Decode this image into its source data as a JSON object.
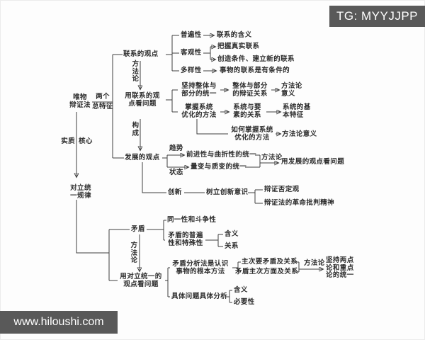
{
  "colors": {
    "banner_bg": "#595959",
    "banner_text": "#ffffff",
    "text": "#2d2d2d",
    "line": "#3f3f3f",
    "bg": "#fdfdfd"
  },
  "watermarks": {
    "top": "TG: MYYJJPP",
    "bottom": "www.hiloushi.com"
  },
  "root": {
    "title": "唯物\n辩证法",
    "features_top": "两个",
    "features_bottom": "总特征",
    "essence_label": "实质",
    "core_label": "核心",
    "law": "对立统\n一规律"
  },
  "connection": {
    "viewpoint": "联系的观点",
    "methodology_label": "方\n法\n论",
    "universality": "普遍性",
    "universality_child": "联系的含义",
    "objectivity": "客观性",
    "objectivity_child1": "把握真实联系",
    "objectivity_child2": "创造条件、建立新的联系",
    "diversity": "多样性",
    "diversity_child": "事物的联系是有条件的",
    "use_viewpoint": "用联系的观\n点看问题",
    "whole_part_unity": "坚持整体与\n部分的统一",
    "whole_part_relation": "整体与部分\n的辩证关系",
    "method_meaning_a": "方法论\n意义",
    "system_method": "掌握系统\n优化的方法",
    "system_element": "系统与要\n素的关系",
    "system_feature": "系统的基\n本特征",
    "how_optimize": "如何掌握系统\n优化的方法",
    "method_meaning_b": "方法论意义",
    "constitute_label": "构\n成"
  },
  "development": {
    "viewpoint": "发展的观点",
    "trend_label": "趋势",
    "trend_child": "前进性与曲折性的统一",
    "state_label": "状态",
    "state_child": "量变与质变的统一",
    "methodology_label": "方法论",
    "use_viewpoint": "用发展的观点看问题",
    "innovation": "创新",
    "innovation_child": "树立创新意识",
    "negation": "辩证否定观",
    "critical_spirit": "辩证法的革命批判精神"
  },
  "contradiction": {
    "node": "矛盾",
    "identity_struggle": "同一性和斗争性",
    "universality_particularity": "矛盾的普遍\n性和特殊性",
    "up_meaning": "含义",
    "up_relation": "关系",
    "methodology_label": "方\n法\n论",
    "use_viewpoint": "用对立统一的\n观点看问题",
    "analysis_method": "矛盾分析法是认识\n事物的根本方法",
    "principal_secondary": "主次要矛盾及关系",
    "principal_aspect": "矛盾主次方面及关系",
    "methodology2_label": "方法论",
    "two_points": "坚持两点\n论和重点\n论的统一",
    "concrete_analysis": "具体问题具体分析",
    "ca_meaning": "含义",
    "ca_necessity": "必要性"
  }
}
